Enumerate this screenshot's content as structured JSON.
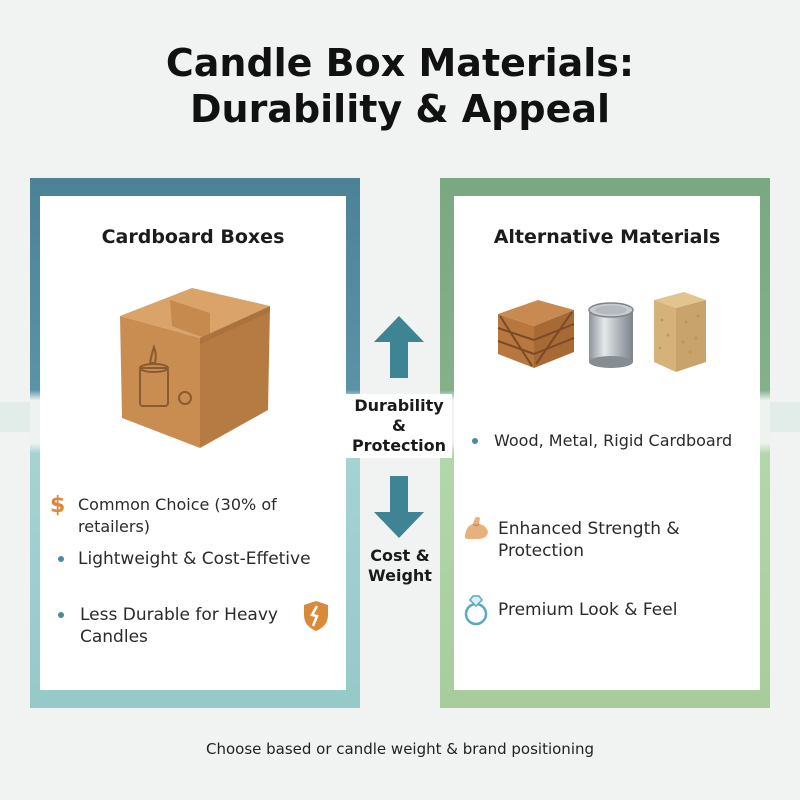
{
  "title": {
    "line1": "Candle Box Materials:",
    "line2": "Durability & Appeal"
  },
  "left_panel": {
    "title": "Cardboard Boxes",
    "items": [
      {
        "text": "Common Choice (30% of retailers)",
        "icon": "dollar-icon"
      },
      {
        "text": "Lightweight & Cost-Effetive",
        "icon": "bullet-dot-icon"
      },
      {
        "text_line1": "Less Durable for Heavy",
        "text_line2": "Candles",
        "icon": "bullet-dot-icon",
        "badge_icon": "broken-shield-icon"
      }
    ],
    "illustration": "cardboard-box-icon"
  },
  "right_panel": {
    "title": "Alternative Materials",
    "items": [
      {
        "text": "Wood, Metal, Rigid Cardboard",
        "icon": "bullet-dot-icon"
      },
      {
        "text": "Enhanced Strength & Protection",
        "icon": "flexed-arm-icon"
      },
      {
        "text": "Premium Look & Feel",
        "icon": "diamond-ring-icon"
      }
    ],
    "illustrations": [
      "wooden-crate-icon",
      "metal-tin-icon",
      "rigid-box-icon"
    ]
  },
  "center": {
    "up_label": {
      "line1": "Durability",
      "line2": "&",
      "line3": "Protection"
    },
    "down_label": {
      "line1": "Cost &",
      "line2": "Weight"
    }
  },
  "footer": "Choose based or candle weight & brand positioning",
  "colors": {
    "left_frame_top": "#4d8296",
    "left_frame_bottom": "#95c9c8",
    "right_frame_top": "#7aa882",
    "right_frame_bottom": "#a8cc9c",
    "arrow": "#3f8494",
    "cardboard": "#c98d52",
    "accent_orange": "#d88a3a"
  }
}
